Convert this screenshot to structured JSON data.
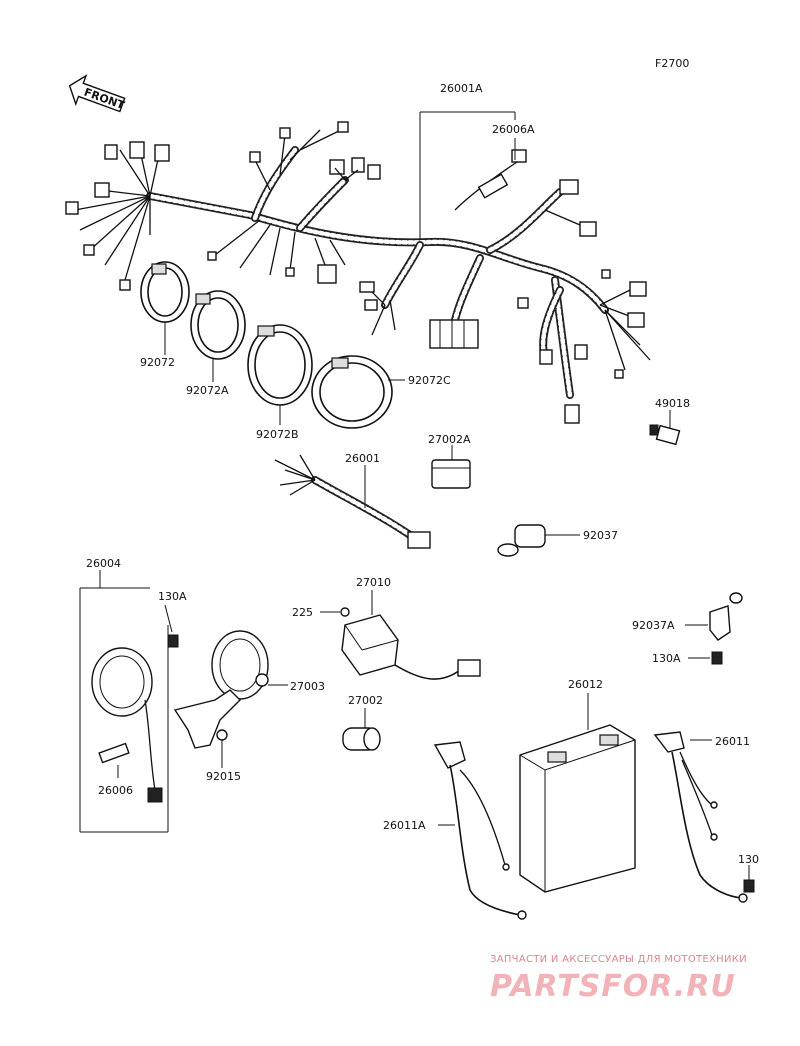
{
  "figure_code": "F2700",
  "front_label": "FRONT",
  "labels": {
    "p26001A": "26001A",
    "p26006A": "26006A",
    "p92072": "92072",
    "p92072A": "92072A",
    "p92072B": "92072B",
    "p92072C": "92072C",
    "p49018": "49018",
    "p27002A": "27002A",
    "p26001": "26001",
    "p92037": "92037",
    "p26004": "26004",
    "p130A_top": "130A",
    "p27010": "27010",
    "p225": "225",
    "p92037A": "92037A",
    "p130A_right": "130A",
    "p27003": "27003",
    "p27002": "27002",
    "p26012": "26012",
    "p26011": "26011",
    "p92015": "92015",
    "p26006": "26006",
    "p26011A": "26011A",
    "p130": "130"
  },
  "watermark": {
    "caption": "ЗАПЧАСТИ И АКСЕССУАРЫ ДЛЯ МОТОТЕХНИКИ",
    "brand": "PARTSFOR.RU"
  }
}
